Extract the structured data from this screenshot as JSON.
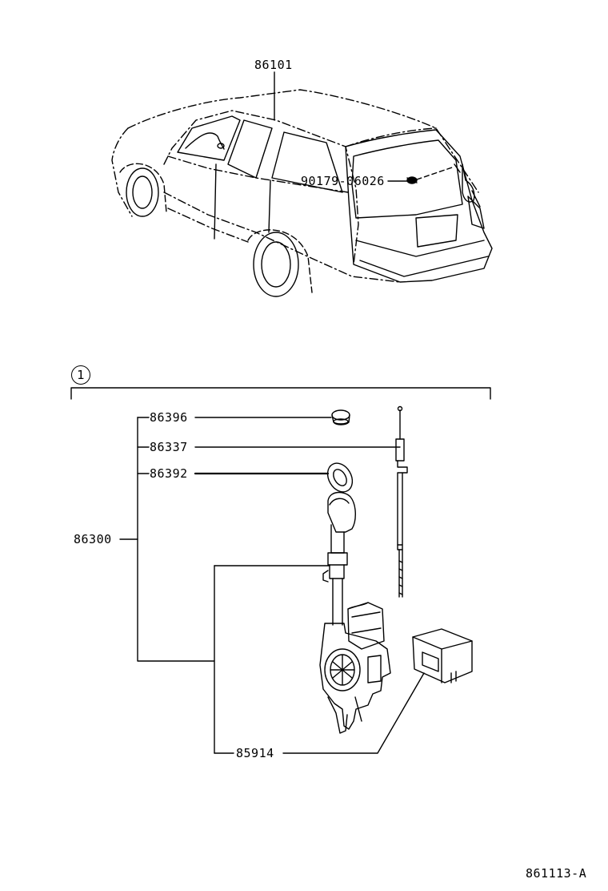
{
  "colors": {
    "ink": "#000000",
    "paper": "#ffffff"
  },
  "vehicle": {
    "part_antenna_cord": "86101",
    "part_screw": "90179-06026"
  },
  "group": {
    "marker": "1",
    "part_antenna_assy": "86300",
    "part_grommet": "86396",
    "part_pole": "86337",
    "part_gasket": "86392",
    "part_relay": "85914"
  },
  "footer": {
    "figure_code": "861113-A"
  }
}
